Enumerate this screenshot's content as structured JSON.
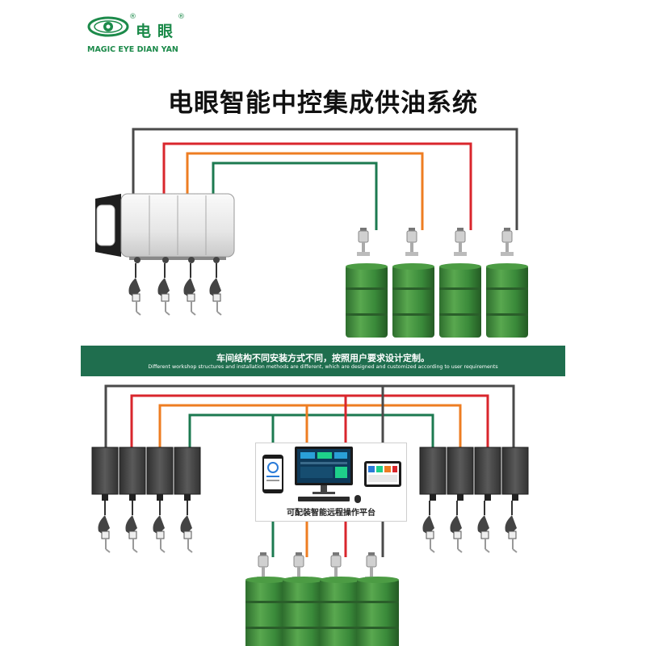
{
  "logo": {
    "cn": "电眼",
    "en": "MAGIC EYE DIAN YAN",
    "registered": "®",
    "icon": "eye-logo-icon",
    "color": "#1c8a4a"
  },
  "title": "电眼智能中控集成供油系统",
  "banner": {
    "cn": "车间结构不同安装方式不同，按照用户要求设计定制。",
    "en": "Different workshop structures and installation methods are different, which are designed and customized according to user requirements",
    "color": "#1f6e4e"
  },
  "platform": {
    "label": "可配装智能远程操作平台",
    "icons": [
      "smartphone-icon",
      "desktop-monitor-icon",
      "tablet-icon"
    ]
  },
  "pipe_colors": {
    "gray": "#4a4a4a",
    "red": "#d9262c",
    "orange": "#ee7d22",
    "green": "#1c7a50"
  },
  "barrel_color": "#3a8a3a"
}
